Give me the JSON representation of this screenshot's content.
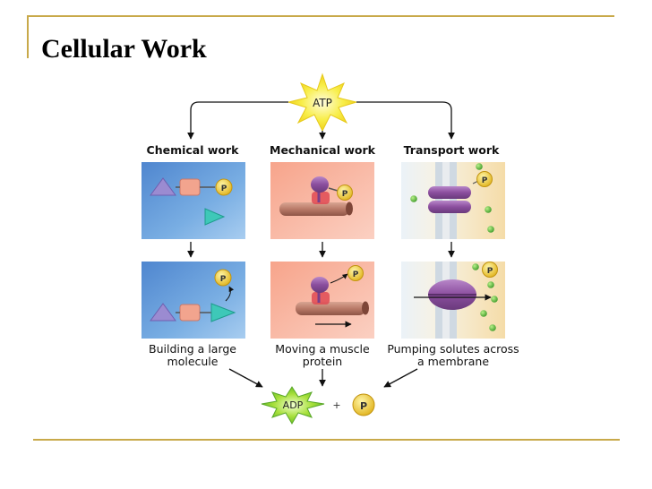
{
  "slide": {
    "title": "Cellular Work"
  },
  "diagram": {
    "source": "ATP",
    "columns": [
      {
        "header": "Chemical work",
        "description": "Building a large molecule"
      },
      {
        "header": "Mechanical work",
        "description": "Moving a muscle protein"
      },
      {
        "header": "Transport work",
        "description": "Pumping solutes across a membrane"
      }
    ],
    "products": {
      "adp": "ADP",
      "plus": "+",
      "phosphate": "P"
    },
    "phosphate_label": "P"
  },
  "colors": {
    "accent_rule": "#c8a94a",
    "chemical_panel": "#6fa3dc",
    "mechanical_panel": "#f3b3a1",
    "transport_panel": "#f2ddb0",
    "starburst": "#f5e636"
  }
}
